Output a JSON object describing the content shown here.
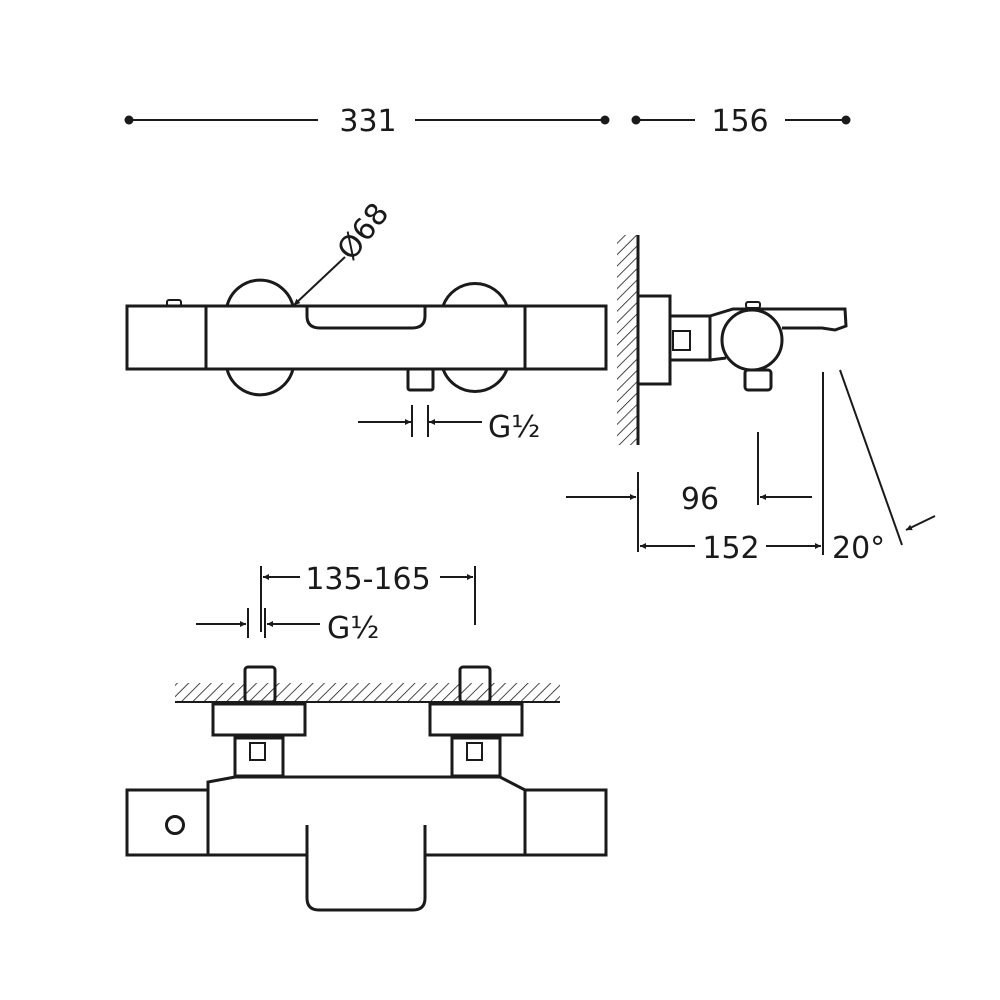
{
  "colors": {
    "ink": "#1a1a1a",
    "background": "#ffffff"
  },
  "dimensions": {
    "overall_width": "331",
    "overall_depth": "156",
    "knob_diameter": "Ø68",
    "outlet_thread_front": "G½",
    "outlet_offset": "96",
    "projection": "152",
    "spout_angle": "20°",
    "inlet_centers": "135-165",
    "inlet_thread": "G½"
  }
}
